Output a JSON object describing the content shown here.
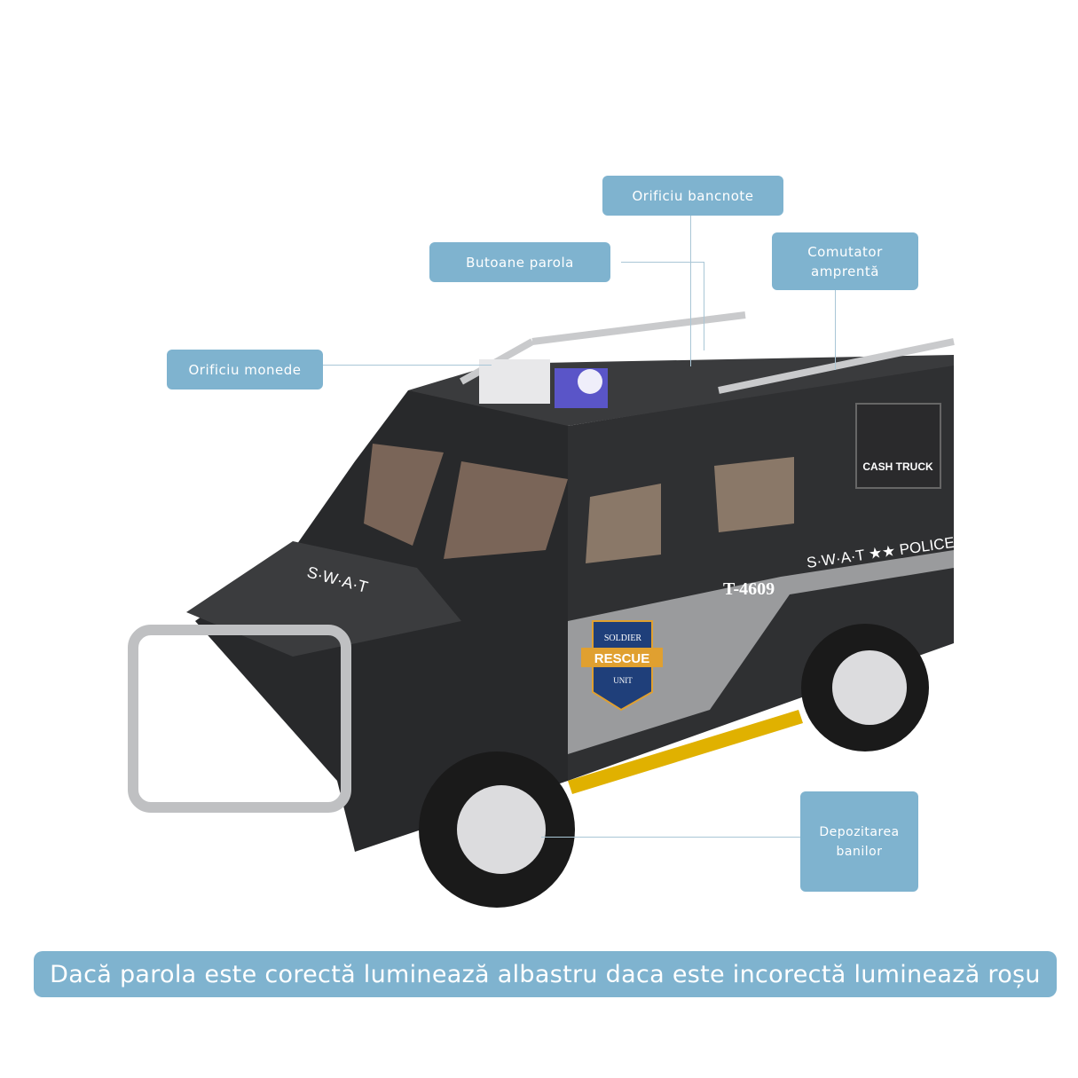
{
  "callouts": {
    "banknote_slot": "Orificiu bancnote",
    "password_buttons": "Butoane parola",
    "fingerprint_switch": [
      "Comutator",
      "amprentă"
    ],
    "coin_slot": "Orificiu monede",
    "money_storage": [
      "Depozitarea",
      "banilor"
    ]
  },
  "truck_decals": {
    "hood": "S·W·A·T",
    "plate": "T-4609",
    "side": "S·W·A·T ★★ POLICE",
    "cash": "CASH TRUCK",
    "badge_top": "SOLDIER",
    "badge_mid": "RESCUE",
    "badge_bottom": "UNIT"
  },
  "banner": "Dacă parola este corectă luminează albastru daca este incorectă luminează roșu",
  "colors": {
    "accent": "#7fb3cf",
    "truck_body": "#2e2f31",
    "stripe": "#9a9b9d"
  }
}
